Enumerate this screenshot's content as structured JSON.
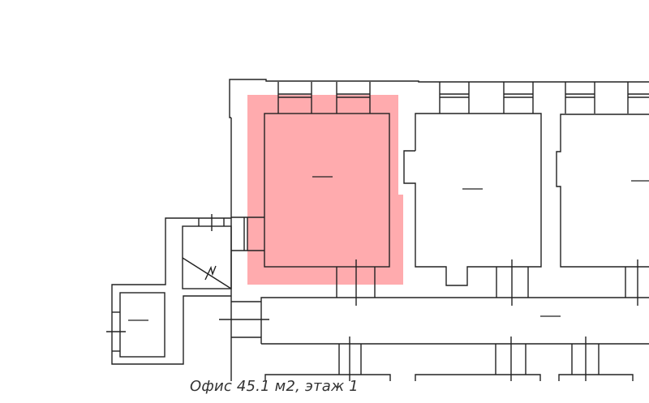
{
  "caption": "Офис 45.1 м2, этаж 1",
  "highlight": {
    "room": "office",
    "area_m2": 45.1,
    "floor": 1,
    "fill_color": "#ffa6aa",
    "fill_opacity": 0.95
  },
  "colors": {
    "wall": "#222222",
    "background": "#ffffff"
  },
  "rooms": [
    {
      "id": "office",
      "label": "—",
      "highlighted": true
    },
    {
      "id": "room-center",
      "label": "—",
      "highlighted": false
    },
    {
      "id": "room-right",
      "label": "—",
      "highlighted": false
    },
    {
      "id": "room-left-small",
      "label": "—",
      "highlighted": false
    },
    {
      "id": "corridor",
      "label": "—",
      "highlighted": false
    },
    {
      "id": "staircase",
      "label": "",
      "highlighted": false
    }
  ]
}
